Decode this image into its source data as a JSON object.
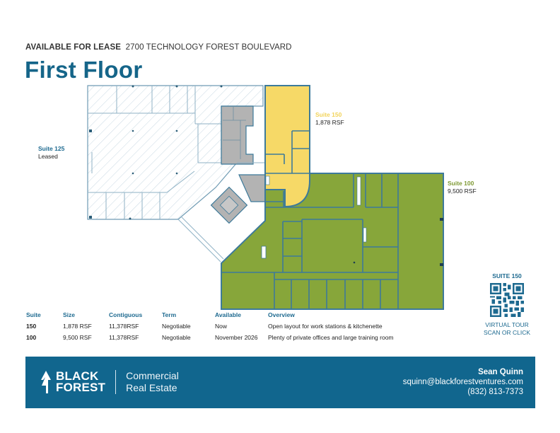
{
  "header": {
    "kicker": "AVAILABLE FOR LEASE",
    "address": "2700 TECHNOLOGY FOREST BOULEVARD",
    "title": "First Floor"
  },
  "colors": {
    "brand_blue": "#11668e",
    "title_blue": "#156589",
    "suite_150_fill": "#f6d967",
    "suite_100_fill": "#87a63a",
    "leased_hatch": "#b9cfdc",
    "core_gray": "#b3b3b3",
    "wall": "#3d7a9a"
  },
  "floorplan": {
    "suites": [
      {
        "id": "125",
        "name": "Suite 125",
        "status": "Leased"
      },
      {
        "id": "150",
        "name": "Suite 150",
        "size": "1,878 RSF"
      },
      {
        "id": "100",
        "name": "Suite 100",
        "size": "9,500 RSF"
      }
    ]
  },
  "table": {
    "headers": [
      "Suite",
      "Size",
      "Contiguous",
      "Term",
      "Available",
      "Overview"
    ],
    "rows": [
      {
        "suite": "150",
        "size": "1,878 RSF",
        "contiguous": "11,378RSF",
        "term": "Negotiable",
        "available": "Now",
        "overview": "Open layout for work stations & kitchenette"
      },
      {
        "suite": "100",
        "size": "9,500 RSF",
        "contiguous": "11,378RSF",
        "term": "Negotiable",
        "available": "November 2026",
        "overview": "Plenty of private offices and large training room"
      }
    ]
  },
  "qr": {
    "title": "SUITE 150",
    "icon": "qr-code-icon",
    "cta_line1": "VIRTUAL TOUR",
    "cta_line2": "SCAN OR CLICK"
  },
  "footer": {
    "logo_line1": "BLACK",
    "logo_line2": "FOREST",
    "logo_icon": "tree-arrow-icon",
    "division_line1": "Commercial",
    "division_line2": "Real Estate",
    "contact_name": "Sean Quinn",
    "contact_email": "squinn@blackforestventures.com",
    "contact_phone": "(832) 813-7373"
  }
}
